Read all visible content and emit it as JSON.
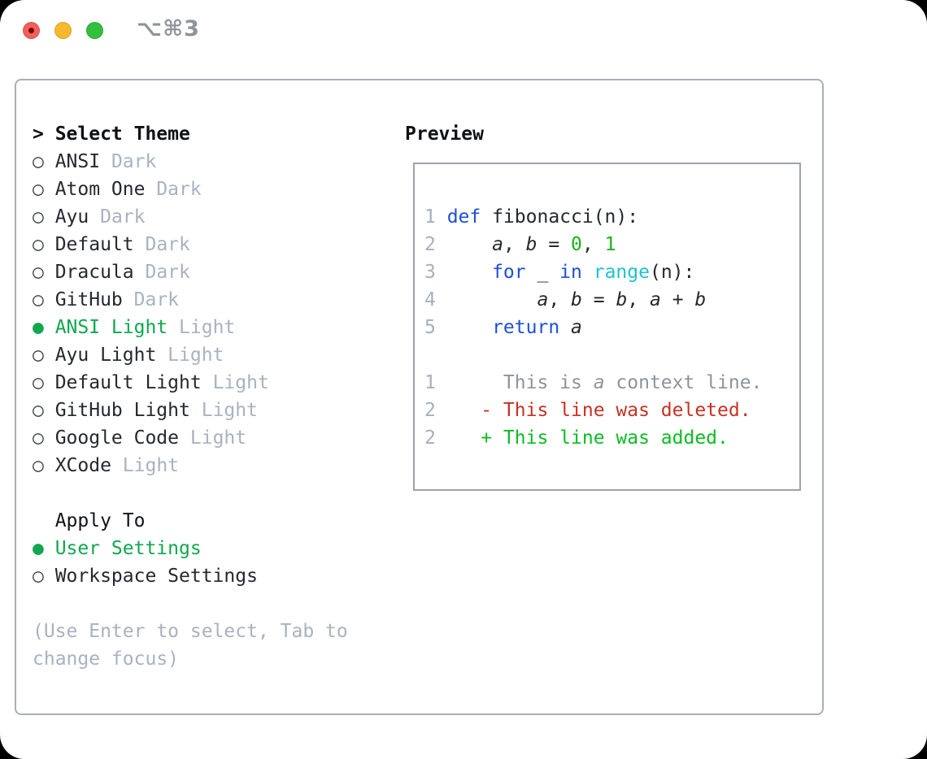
{
  "titlebar": {
    "title": "⌥⌘3"
  },
  "theme_list": {
    "prompt": ">",
    "header": "Select Theme",
    "items": [
      {
        "name": "ANSI",
        "tag": "Dark",
        "selected": false
      },
      {
        "name": "Atom One",
        "tag": "Dark",
        "selected": false
      },
      {
        "name": "Ayu",
        "tag": "Dark",
        "selected": false
      },
      {
        "name": "Default",
        "tag": "Dark",
        "selected": false
      },
      {
        "name": "Dracula",
        "tag": "Dark",
        "selected": false
      },
      {
        "name": "GitHub",
        "tag": "Dark",
        "selected": false
      },
      {
        "name": "ANSI Light",
        "tag": "Light",
        "selected": true
      },
      {
        "name": "Ayu Light",
        "tag": "Light",
        "selected": false
      },
      {
        "name": "Default Light",
        "tag": "Light",
        "selected": false
      },
      {
        "name": "GitHub Light",
        "tag": "Light",
        "selected": false
      },
      {
        "name": "Google Code",
        "tag": "Light",
        "selected": false
      },
      {
        "name": "XCode",
        "tag": "Light",
        "selected": false
      }
    ]
  },
  "apply_to": {
    "header": "Apply To",
    "options": [
      {
        "label": "User Settings",
        "selected": true
      },
      {
        "label": "Workspace Settings",
        "selected": false
      }
    ]
  },
  "hint": "(Use Enter to select, Tab to\nchange focus)",
  "preview": {
    "header": "Preview",
    "lines": [
      {
        "num": "1",
        "tokens": [
          {
            "c": "kw",
            "t": "def"
          },
          {
            "c": "pl",
            "t": " fibonacci(n):"
          }
        ]
      },
      {
        "num": "2",
        "tokens": [
          {
            "c": "pl",
            "t": "    "
          },
          {
            "c": "var",
            "t": "a"
          },
          {
            "c": "pl",
            "t": ", "
          },
          {
            "c": "var",
            "t": "b"
          },
          {
            "c": "pl",
            "t": " = "
          },
          {
            "c": "lit",
            "t": "0"
          },
          {
            "c": "pl",
            "t": ", "
          },
          {
            "c": "lit",
            "t": "1"
          }
        ]
      },
      {
        "num": "3",
        "tokens": [
          {
            "c": "pl",
            "t": "    "
          },
          {
            "c": "kw",
            "t": "for"
          },
          {
            "c": "pl",
            "t": " _ "
          },
          {
            "c": "kw",
            "t": "in"
          },
          {
            "c": "pl",
            "t": " "
          },
          {
            "c": "bi",
            "t": "range"
          },
          {
            "c": "pl",
            "t": "(n):"
          }
        ]
      },
      {
        "num": "4",
        "tokens": [
          {
            "c": "pl",
            "t": "        "
          },
          {
            "c": "var",
            "t": "a"
          },
          {
            "c": "pl",
            "t": ", "
          },
          {
            "c": "var",
            "t": "b"
          },
          {
            "c": "pl",
            "t": " = "
          },
          {
            "c": "var",
            "t": "b"
          },
          {
            "c": "pl",
            "t": ", "
          },
          {
            "c": "var",
            "t": "a"
          },
          {
            "c": "pl",
            "t": " + "
          },
          {
            "c": "var",
            "t": "b"
          }
        ]
      },
      {
        "num": "5",
        "tokens": [
          {
            "c": "pl",
            "t": "    "
          },
          {
            "c": "kw",
            "t": "return"
          },
          {
            "c": "pl",
            "t": " "
          },
          {
            "c": "var",
            "t": "a"
          }
        ]
      },
      {
        "num": null,
        "tokens": []
      },
      {
        "num": "1",
        "tokens": [
          {
            "c": "ctx",
            "t": "     This is "
          },
          {
            "c": "ctxv",
            "t": "a"
          },
          {
            "c": "ctx",
            "t": " context line."
          }
        ]
      },
      {
        "num": "2",
        "tokens": [
          {
            "c": "del",
            "t": "   - This line was deleted."
          }
        ]
      },
      {
        "num": "2",
        "tokens": [
          {
            "c": "add",
            "t": "   + This line was added."
          }
        ]
      }
    ]
  },
  "icons": {
    "radio_unselected": "○",
    "radio_selected": "●"
  },
  "colors": {
    "sel-green": "#0fa84e",
    "kw-blue": "#1d50d5",
    "builtin-cyan": "#1fc3cc",
    "numlit-green": "#17b517",
    "del-red": "#c63122",
    "add-green": "#0abd23",
    "ctx-gray": "#8d949c",
    "gutter-gray": "#a6b0bd",
    "tag-gray": "#a9b2bf",
    "text-dark": "#24292f",
    "radio-dark": "#3c4249",
    "traffic-red": "#f2605a",
    "traffic-yellow": "#f7b82e",
    "traffic-green": "#32c03c"
  }
}
